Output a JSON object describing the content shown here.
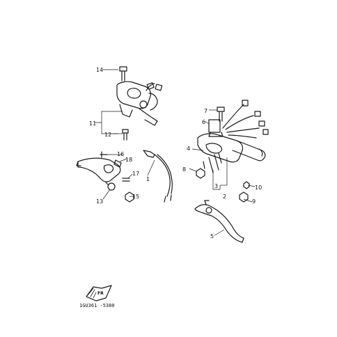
{
  "drawing_code": "1GU361 -5380",
  "front_mark": "FR",
  "callouts": [
    "1",
    "2",
    "3",
    "4",
    "5",
    "6",
    "7",
    "8",
    "9",
    "10",
    "11",
    "12",
    "13",
    "14",
    "15",
    "16",
    "17",
    "18"
  ]
}
